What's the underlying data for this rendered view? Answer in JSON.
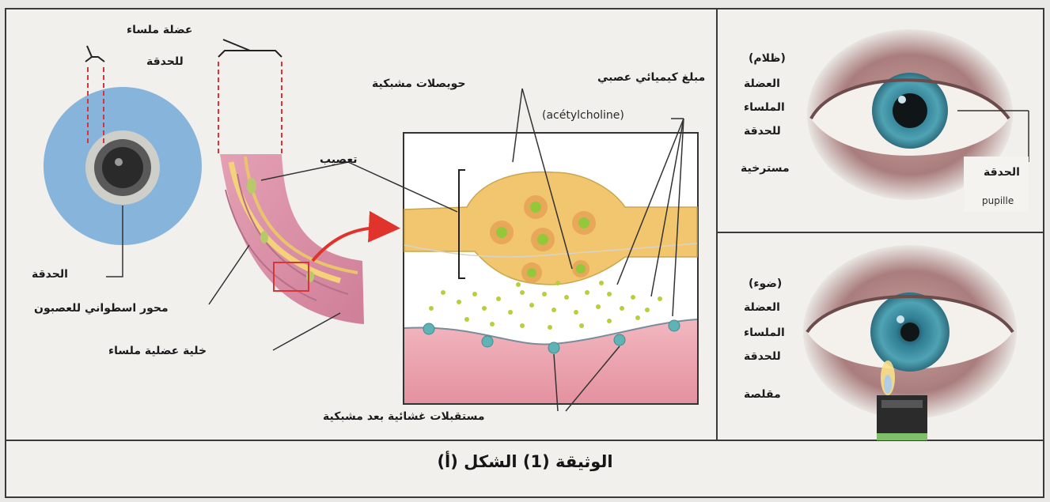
{
  "caption": "الوثيقة (1) الشكل (أ)",
  "left_panel": {
    "smooth_muscle_label": "عضلة ملساء",
    "pupil_muscle_label": "للحدقة",
    "pupil_label": "الحدقة",
    "axon_label": "محور اسطواني للعصبون",
    "smooth_muscle_cell_label": "خلية عضلية ملساء",
    "innervation_label": "تعصيب",
    "neurotransmitter_label": "مبلغ كيميائي عصبي",
    "synaptic_vesicles_label": "حويصلات مشبكية",
    "acetylcholine_label": "(acétylcholine)",
    "receptors_label": "مستقبلات غشائية بعد مشبكية"
  },
  "right_top": {
    "condition": "(ظلام)",
    "lines": [
      "العضلة",
      "الملساء",
      "للحدقة",
      "مسترخية"
    ],
    "pupil_ar": "الحدقة",
    "pupil_fr": "pupille"
  },
  "right_bottom": {
    "condition": "(ضوء)",
    "lines": [
      "العضلة",
      "الملساء",
      "للحدقة",
      "مقلصة"
    ]
  },
  "colors": {
    "iris_outer": "#86b4db",
    "muscle_pink": "#e6a2b4",
    "nerve_orange": "#f2c66e",
    "vesicle_green": "#92c83a",
    "receptor_teal": "#5fb3b5",
    "guide_red": "#d9343a",
    "arrow_red": "#e0332b"
  }
}
